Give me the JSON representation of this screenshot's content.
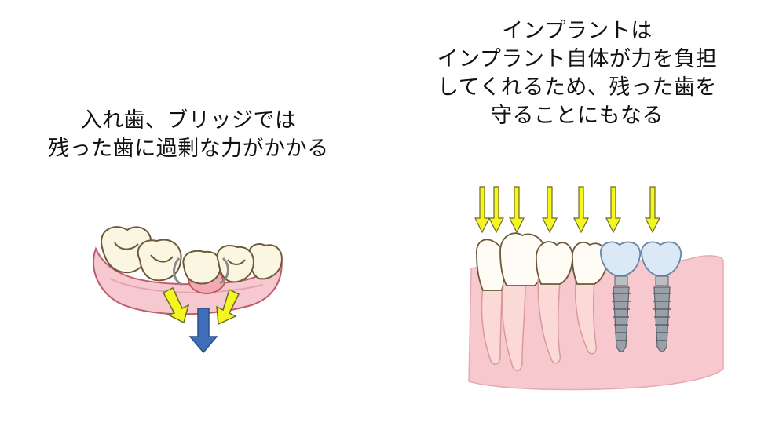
{
  "left_panel": {
    "caption_lines": [
      "入れ歯、ブリッジでは",
      "残った歯に過剰な力がかかる"
    ],
    "illustration": "denture-bridge-force-illustration"
  },
  "right_panel": {
    "caption_lines": [
      "インプラントは",
      "インプラント自体が力を負担",
      "してくれるため、残った歯を",
      "守ることにもなる"
    ],
    "illustration": "implant-force-illustration"
  },
  "colors": {
    "force_arrow_yellow": "#f5f51f",
    "force_arrow_blue": "#3f6fb8",
    "gum_pink": "#f5c9cf",
    "gum_outline": "#c05c6a",
    "tooth_fill": "#fbf6e2",
    "implant_gray": "#9aa0a8",
    "crown_blue": "#dbe8f5"
  }
}
